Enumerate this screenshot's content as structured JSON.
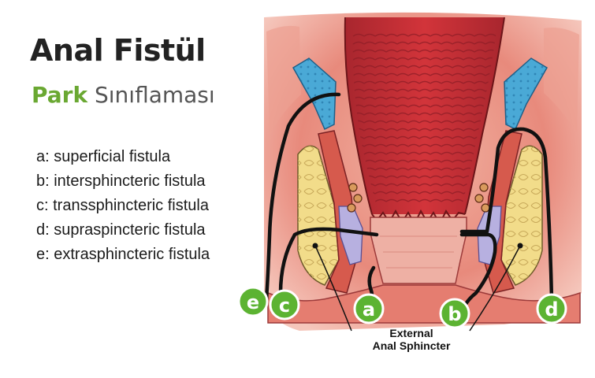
{
  "header": {
    "title": "Anal Fistül",
    "subtitle_strong": "Park",
    "subtitle_rest": "Sınıflaması"
  },
  "legend": {
    "items": [
      "a: superficial fistula",
      "b: intersphincteric fistula",
      "c: transsphincteric fistula",
      "d: supraspincteric fistula",
      "e: extrasphincteric fistula"
    ]
  },
  "diagram": {
    "markers": {
      "a": "a",
      "b": "b",
      "c": "c",
      "d": "d",
      "e": "e"
    },
    "sphincter_label_line1": "External",
    "sphincter_label_line2": "Anal Sphincter"
  },
  "colors": {
    "title": "#222222",
    "accent_green": "#6aa832",
    "marker_green": "#5cb332",
    "tissue_red": "#d13a3a",
    "fat_yellow": "#f2dc8a",
    "levator_blue": "#4aa9d6",
    "internal_purple": "#b7b0e0"
  }
}
